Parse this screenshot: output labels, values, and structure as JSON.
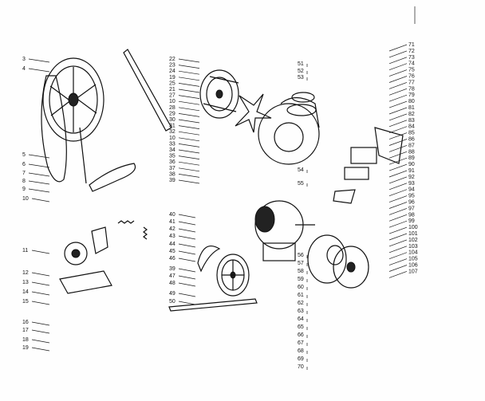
{
  "diagram": {
    "labels": {
      "left": [
        "3",
        "4",
        "5",
        "6",
        "7",
        "8",
        "9",
        "10",
        "11",
        "12",
        "13",
        "14",
        "15",
        "16",
        "17",
        "18",
        "19"
      ],
      "upper_mid": [
        "22",
        "23",
        "24",
        "19",
        "25",
        "21",
        "27",
        "10",
        "28",
        "29",
        "30",
        "31",
        "32",
        "10",
        "33",
        "34",
        "35",
        "36",
        "37",
        "38",
        "39"
      ],
      "lower_mid": [
        "40",
        "41",
        "42",
        "43",
        "44",
        "45",
        "46",
        "39",
        "47",
        "48",
        "49",
        "50"
      ],
      "center_right": [
        "51",
        "52",
        "53",
        "54",
        "55",
        "56",
        "57",
        "58",
        "59",
        "60",
        "61",
        "62",
        "63",
        "64",
        "65",
        "66",
        "67",
        "68",
        "69",
        "70"
      ],
      "right": [
        "71",
        "72",
        "73",
        "74",
        "75",
        "76",
        "77",
        "78",
        "79",
        "80",
        "81",
        "82",
        "83",
        "84",
        "85",
        "86",
        "87",
        "88",
        "89",
        "90",
        "91",
        "92",
        "93",
        "94",
        "95",
        "96",
        "97",
        "98",
        "99",
        "100",
        "101",
        "102",
        "103",
        "104",
        "105",
        "106",
        "107"
      ]
    }
  }
}
